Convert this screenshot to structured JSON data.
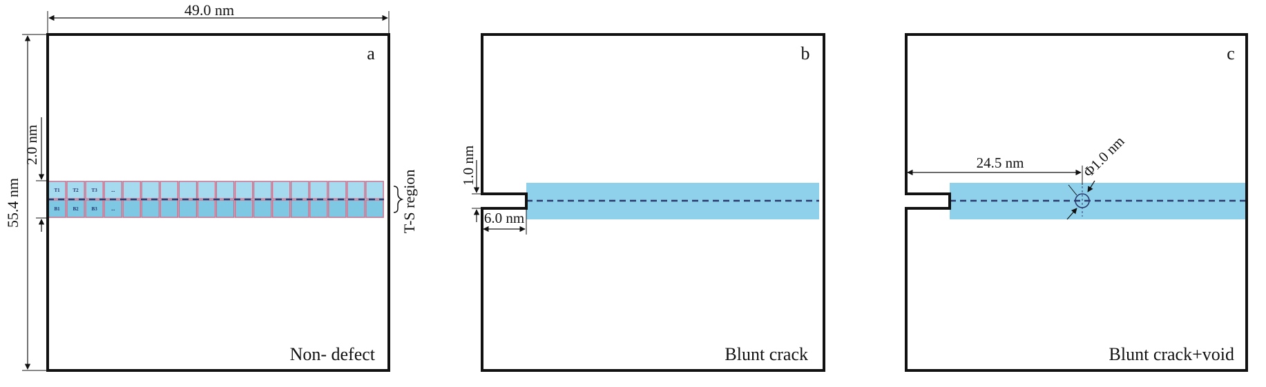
{
  "panels": [
    {
      "letter": "a",
      "caption": "Non- defect",
      "width_label": "49.0 nm",
      "height_label": "55.4 nm",
      "region_height_label": "2.0 nm",
      "region_label": "T-S region",
      "top_cells": [
        "T1",
        "T2",
        "T3",
        "..."
      ],
      "bottom_cells": [
        "B1",
        "B2",
        "B3",
        "..."
      ]
    },
    {
      "letter": "b",
      "caption": "Blunt crack",
      "crack_height_label": "1.0 nm",
      "crack_length_label": "6.0 nm"
    },
    {
      "letter": "c",
      "caption": "Blunt crack+void",
      "void_position_label": "24.5 nm",
      "void_diameter_label": "Φ1.0 nm"
    }
  ],
  "colors": {
    "band": "#8fd0ea",
    "band_dark": "#7ec8e3",
    "cell_border": "#e8607a",
    "centerline": "#2a3a6e",
    "frame": "#111111"
  }
}
